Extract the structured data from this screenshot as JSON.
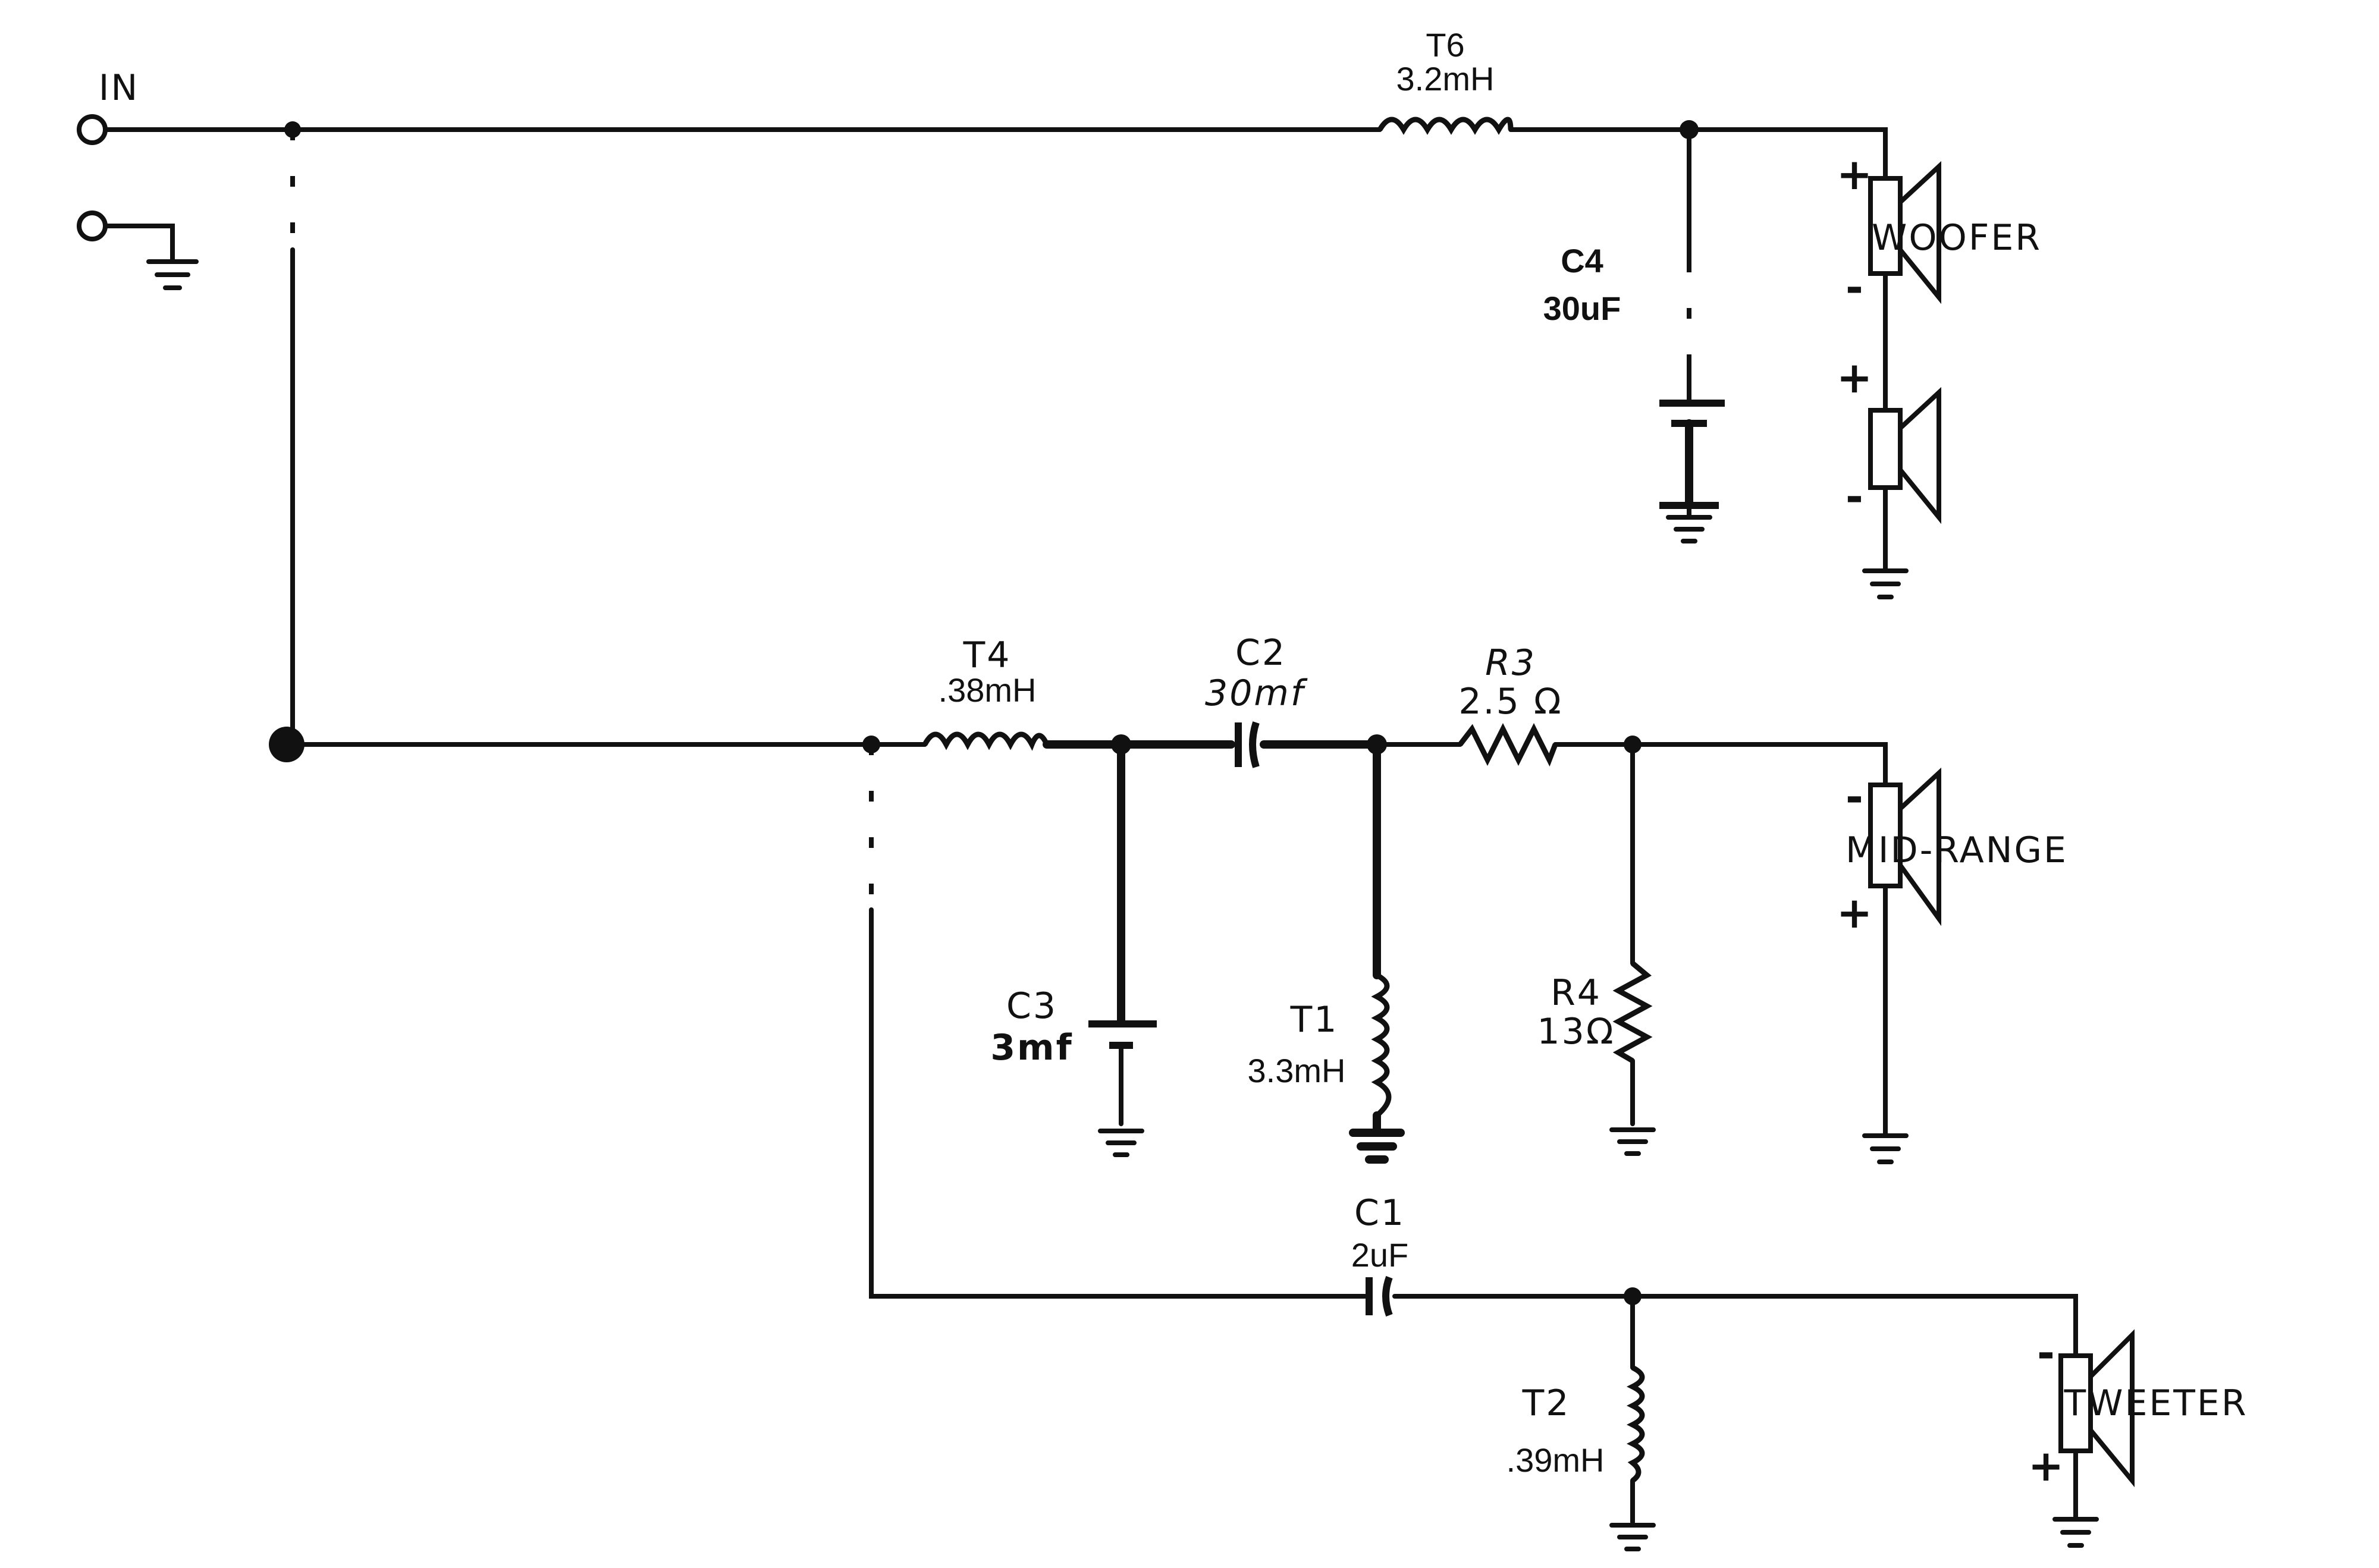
{
  "input": {
    "label": "IN"
  },
  "components": {
    "t6": {
      "ref": "T6",
      "value": "3.2mH"
    },
    "c4": {
      "ref": "C4",
      "value": "30uF"
    },
    "t4": {
      "ref": "T4",
      "value": ".38mH"
    },
    "c2": {
      "ref": "C2",
      "value": "30mf"
    },
    "r3": {
      "ref": "R3",
      "value": "2.5 Ω"
    },
    "c3": {
      "ref": "C3",
      "value": "3mf"
    },
    "t1": {
      "ref": "T1",
      "value": "3.3mH"
    },
    "r4": {
      "ref": "R4",
      "value": "13Ω"
    },
    "c1": {
      "ref": "C1",
      "value": "2uF"
    },
    "t2": {
      "ref": "T2",
      "value": ".39mH"
    }
  },
  "speakers": {
    "woofer": {
      "label": "WOOFER",
      "top_plus": "+",
      "top_minus": "-",
      "bottom_plus": "+",
      "bottom_minus": "-"
    },
    "midrange": {
      "label": "MID-RANGE",
      "minus": "-",
      "plus": "+"
    },
    "tweeter": {
      "label": "TWEETER",
      "minus": "-",
      "plus": "+"
    }
  }
}
